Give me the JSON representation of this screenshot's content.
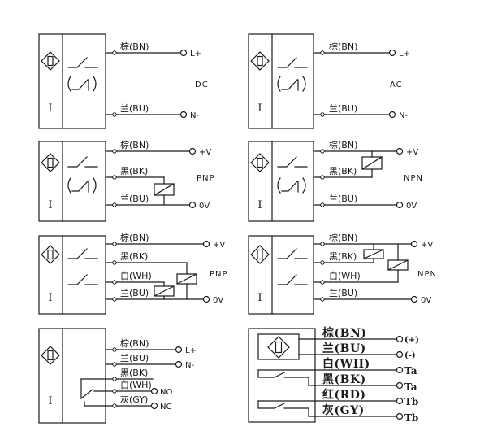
{
  "colors": {
    "ink": "#1a1a1a",
    "paper": "#ffffff"
  },
  "panels": {
    "dc_two_wire": {
      "sensor_mark": "I",
      "wire_bn": "棕(BN)",
      "wire_bu": "兰(BU)",
      "terminal_pos": "L+",
      "terminal_neg": "N-",
      "supply": "DC"
    },
    "ac_two_wire": {
      "sensor_mark": "I",
      "wire_bn": "棕(BN)",
      "wire_bu": "兰(BU)",
      "terminal_pos": "L+",
      "terminal_neg": "N-",
      "supply": "AC"
    },
    "pnp_three_wire": {
      "sensor_mark": "I",
      "wire_bn": "棕(BN)",
      "wire_bk": "黑(BK)",
      "wire_bu": "兰(BU)",
      "terminal_pos": "+V",
      "terminal_neg": "0V",
      "output": "PNP"
    },
    "npn_three_wire": {
      "sensor_mark": "I",
      "wire_bn": "棕(BN)",
      "wire_bk": "黑(BK)",
      "wire_bu": "兰(BU)",
      "terminal_pos": "+V",
      "terminal_neg": "0V",
      "output": "NPN"
    },
    "pnp_four_wire": {
      "sensor_mark": "I",
      "wire_bn": "棕(BN)",
      "wire_bk": "黑(BK)",
      "wire_wh": "白(WH)",
      "wire_bu": "兰(BU)",
      "terminal_pos": "+V",
      "terminal_neg": "0V",
      "output": "PNP"
    },
    "npn_four_wire": {
      "sensor_mark": "I",
      "wire_bn": "棕(BN)",
      "wire_bk": "黑(BK)",
      "wire_wh": "白(WH)",
      "wire_bu": "兰(BU)",
      "terminal_pos": "+V",
      "terminal_neg": "0V",
      "output": "NPN"
    },
    "relay_five_wire": {
      "sensor_mark": "I",
      "wire_bn": "棕(BN)",
      "wire_bu": "兰(BU)",
      "wire_bk": "黑(BK)",
      "wire_wh": "白(WH)",
      "wire_gy": "灰(GY)",
      "terminal_pos": "L+",
      "terminal_neg": "N-",
      "terminal_no": "NO",
      "terminal_nc": "NC"
    },
    "relay_six_wire": {
      "wire_bn": "棕(BN)",
      "wire_bu": "兰(BU)",
      "wire_wh": "白(WH)",
      "wire_bk": "黑(BK)",
      "wire_rd": "红(RD)",
      "wire_gy": "灰(GY)",
      "terminal_pos": "(+)",
      "terminal_neg": "(-)",
      "terminal_ta_1": "Ta",
      "terminal_ta_2": "Ta",
      "terminal_tb_1": "Tb",
      "terminal_tb_2": "Tb"
    }
  }
}
